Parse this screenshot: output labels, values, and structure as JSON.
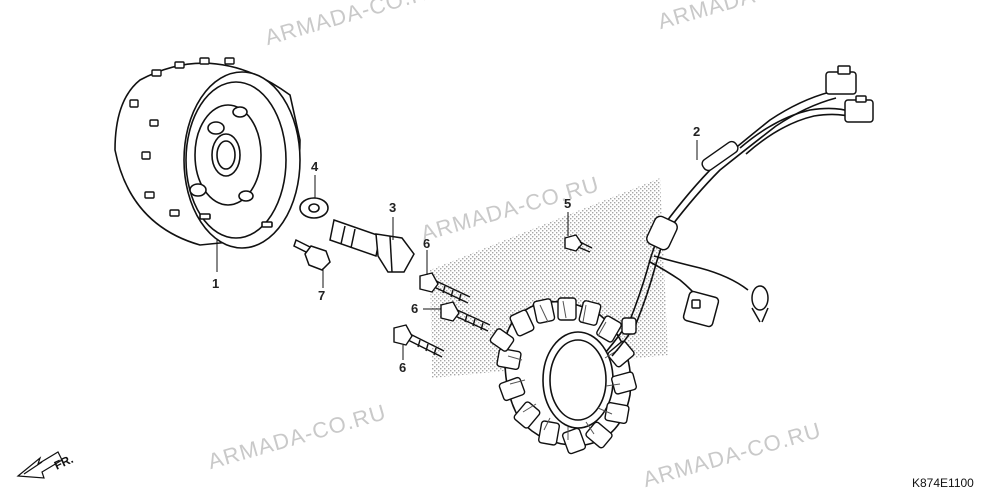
{
  "watermark": "ARMADA-CO.RU",
  "diagram_code": "K874E1100",
  "front_label": "FR.",
  "parts": [
    {
      "number": "1"
    },
    {
      "number": "2"
    },
    {
      "number": "3"
    },
    {
      "number": "4"
    },
    {
      "number": "5"
    },
    {
      "number": "6"
    },
    {
      "number": "6"
    },
    {
      "number": "6"
    },
    {
      "number": "7"
    }
  ]
}
